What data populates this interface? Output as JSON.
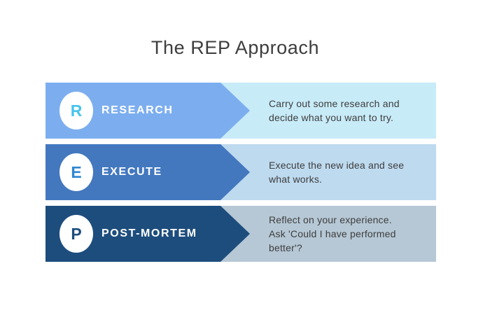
{
  "title": "The REP Approach",
  "colors": {
    "background": "#ffffff",
    "text": "#3d3d3d",
    "label_text": "#ffffff",
    "badge_background": "#ffffff"
  },
  "steps": [
    {
      "letter": "R",
      "label": "RESEARCH",
      "desc_lines": [
        "Carry out some research and",
        "decide what you want to try."
      ],
      "arrow_color": "#7caeef",
      "panel_color": "#c8ebf8",
      "letter_color": "#45c3ee"
    },
    {
      "letter": "E",
      "label": "EXECUTE",
      "desc_lines": [
        "Execute the new idea and see",
        "what works."
      ],
      "arrow_color": "#4378bf",
      "panel_color": "#bedaef",
      "letter_color": "#2e86d1"
    },
    {
      "letter": "P",
      "label": "POST-MORTEM",
      "desc_lines": [
        "Reflect on your experience.",
        "Ask 'Could I have performed",
        "better'?"
      ],
      "arrow_color": "#1d4d7d",
      "panel_color": "#b6c8d5",
      "letter_color": "#1d4d7d"
    }
  ]
}
